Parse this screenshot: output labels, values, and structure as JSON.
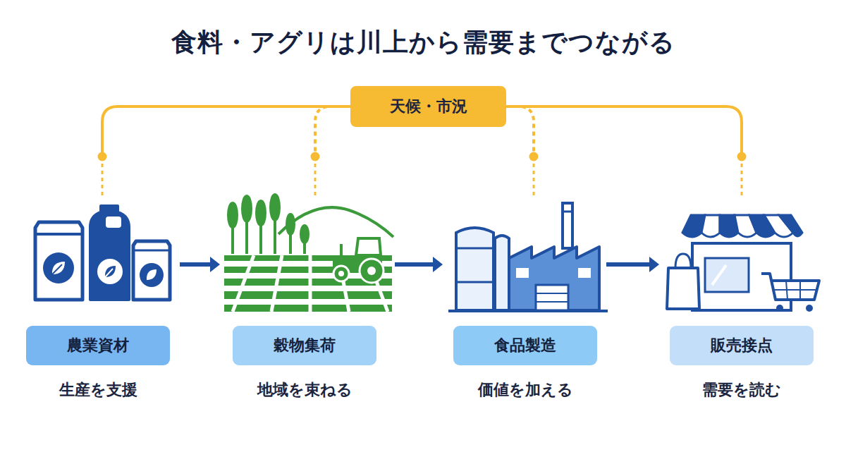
{
  "diagram": {
    "title": "食料・アグリは川上から需要までつながる",
    "nodes": [
      {
        "text": [
          "天候・市況"
        ]
      },
      {
        "text": [
          "農業資材",
          "生産を支援"
        ]
      },
      {
        "text": [
          "穀物集荷",
          "地域を束ねる"
        ]
      },
      {
        "text": [
          "食品製造",
          "価値を加える"
        ]
      },
      {
        "text": [
          "販売接点",
          "需要を読む"
        ]
      }
    ],
    "edges": [
      {
        "from": 1,
        "to": 2,
        "arrow": "to"
      },
      {
        "from": 2,
        "to": 3,
        "arrow": "to"
      },
      {
        "from": 3,
        "to": 4,
        "arrow": "to"
      },
      {
        "from": 0,
        "to": 1,
        "arrow": "none"
      },
      {
        "from": 0,
        "to": 2,
        "arrow": "none"
      },
      {
        "from": 0,
        "to": 3,
        "arrow": "none"
      },
      {
        "from": 0,
        "to": 4,
        "arrow": "none"
      }
    ]
  }
}
